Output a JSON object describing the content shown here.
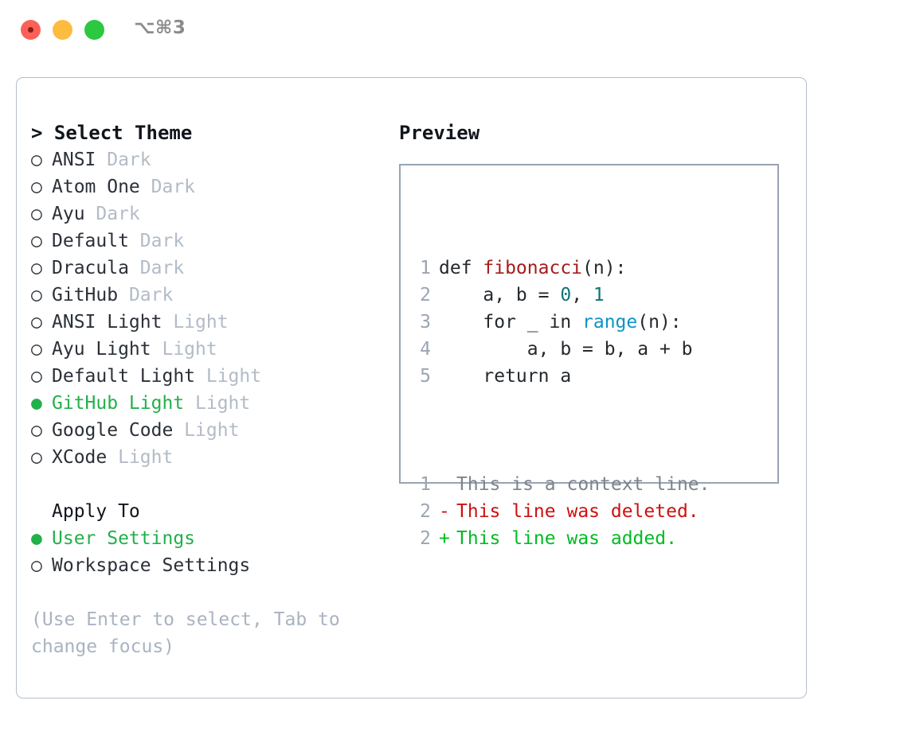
{
  "window": {
    "shortcut": "⌥⌘3",
    "traffic_lights": [
      "close-red",
      "minimize-yellow",
      "zoom-green"
    ]
  },
  "theme_list": {
    "header": "> Select Theme",
    "items": [
      {
        "marker": "○",
        "name": "ANSI",
        "tag": "Dark",
        "selected": false
      },
      {
        "marker": "○",
        "name": "Atom One",
        "tag": "Dark",
        "selected": false
      },
      {
        "marker": "○",
        "name": "Ayu",
        "tag": "Dark",
        "selected": false
      },
      {
        "marker": "○",
        "name": "Default",
        "tag": "Dark",
        "selected": false
      },
      {
        "marker": "○",
        "name": "Dracula",
        "tag": "Dark",
        "selected": false
      },
      {
        "marker": "○",
        "name": "GitHub",
        "tag": "Dark",
        "selected": false
      },
      {
        "marker": "○",
        "name": "ANSI Light",
        "tag": "Light",
        "selected": false
      },
      {
        "marker": "○",
        "name": "Ayu Light",
        "tag": "Light",
        "selected": false
      },
      {
        "marker": "○",
        "name": "Default Light",
        "tag": "Light",
        "selected": false
      },
      {
        "marker": "●",
        "name": "GitHub Light",
        "tag": "Light",
        "selected": true
      },
      {
        "marker": "○",
        "name": "Google Code",
        "tag": "Light",
        "selected": false
      },
      {
        "marker": "○",
        "name": "XCode",
        "tag": "Light",
        "selected": false
      }
    ]
  },
  "apply_to": {
    "header": "Apply To",
    "options": [
      {
        "marker": "●",
        "label": "User Settings",
        "selected": true
      },
      {
        "marker": "○",
        "label": "Workspace Settings",
        "selected": false
      }
    ]
  },
  "hint": "(Use Enter to select, Tab to change focus)",
  "preview": {
    "title": "Preview",
    "code_lines": [
      {
        "no": "1",
        "segments": [
          {
            "t": "def ",
            "c": "kw"
          },
          {
            "t": "fibonacci",
            "c": "fn"
          },
          {
            "t": "(n):",
            "c": "plain"
          }
        ]
      },
      {
        "no": "2",
        "segments": [
          {
            "t": "    a, b = ",
            "c": "plain"
          },
          {
            "t": "0",
            "c": "num"
          },
          {
            "t": ", ",
            "c": "plain"
          },
          {
            "t": "1",
            "c": "num"
          }
        ]
      },
      {
        "no": "3",
        "segments": [
          {
            "t": "    for _ in ",
            "c": "kw"
          },
          {
            "t": "range",
            "c": "builtin"
          },
          {
            "t": "(n):",
            "c": "plain"
          }
        ]
      },
      {
        "no": "4",
        "segments": [
          {
            "t": "        a, b = b, a + b",
            "c": "plain"
          }
        ]
      },
      {
        "no": "5",
        "segments": [
          {
            "t": "    return a",
            "c": "kw"
          }
        ]
      }
    ],
    "diff_lines": [
      {
        "no": "1",
        "sign": " ",
        "text": "This is a context line.",
        "kind": "ctx"
      },
      {
        "no": "2",
        "sign": "-",
        "text": "This line was deleted.",
        "kind": "del"
      },
      {
        "no": "2",
        "sign": "+",
        "text": "This line was added.",
        "kind": "add"
      }
    ]
  },
  "colors": {
    "selected_green": "#22b04a",
    "tag_gray": "#b2bbc7",
    "hint_gray": "#a9b3c1",
    "diff_add": "#00bb22",
    "diff_del": "#cc1111",
    "keyword": "#24292e",
    "function": "#a61b1b",
    "builtin": "#0d93c4",
    "number": "#0f7478",
    "border": "#98a4b3"
  }
}
